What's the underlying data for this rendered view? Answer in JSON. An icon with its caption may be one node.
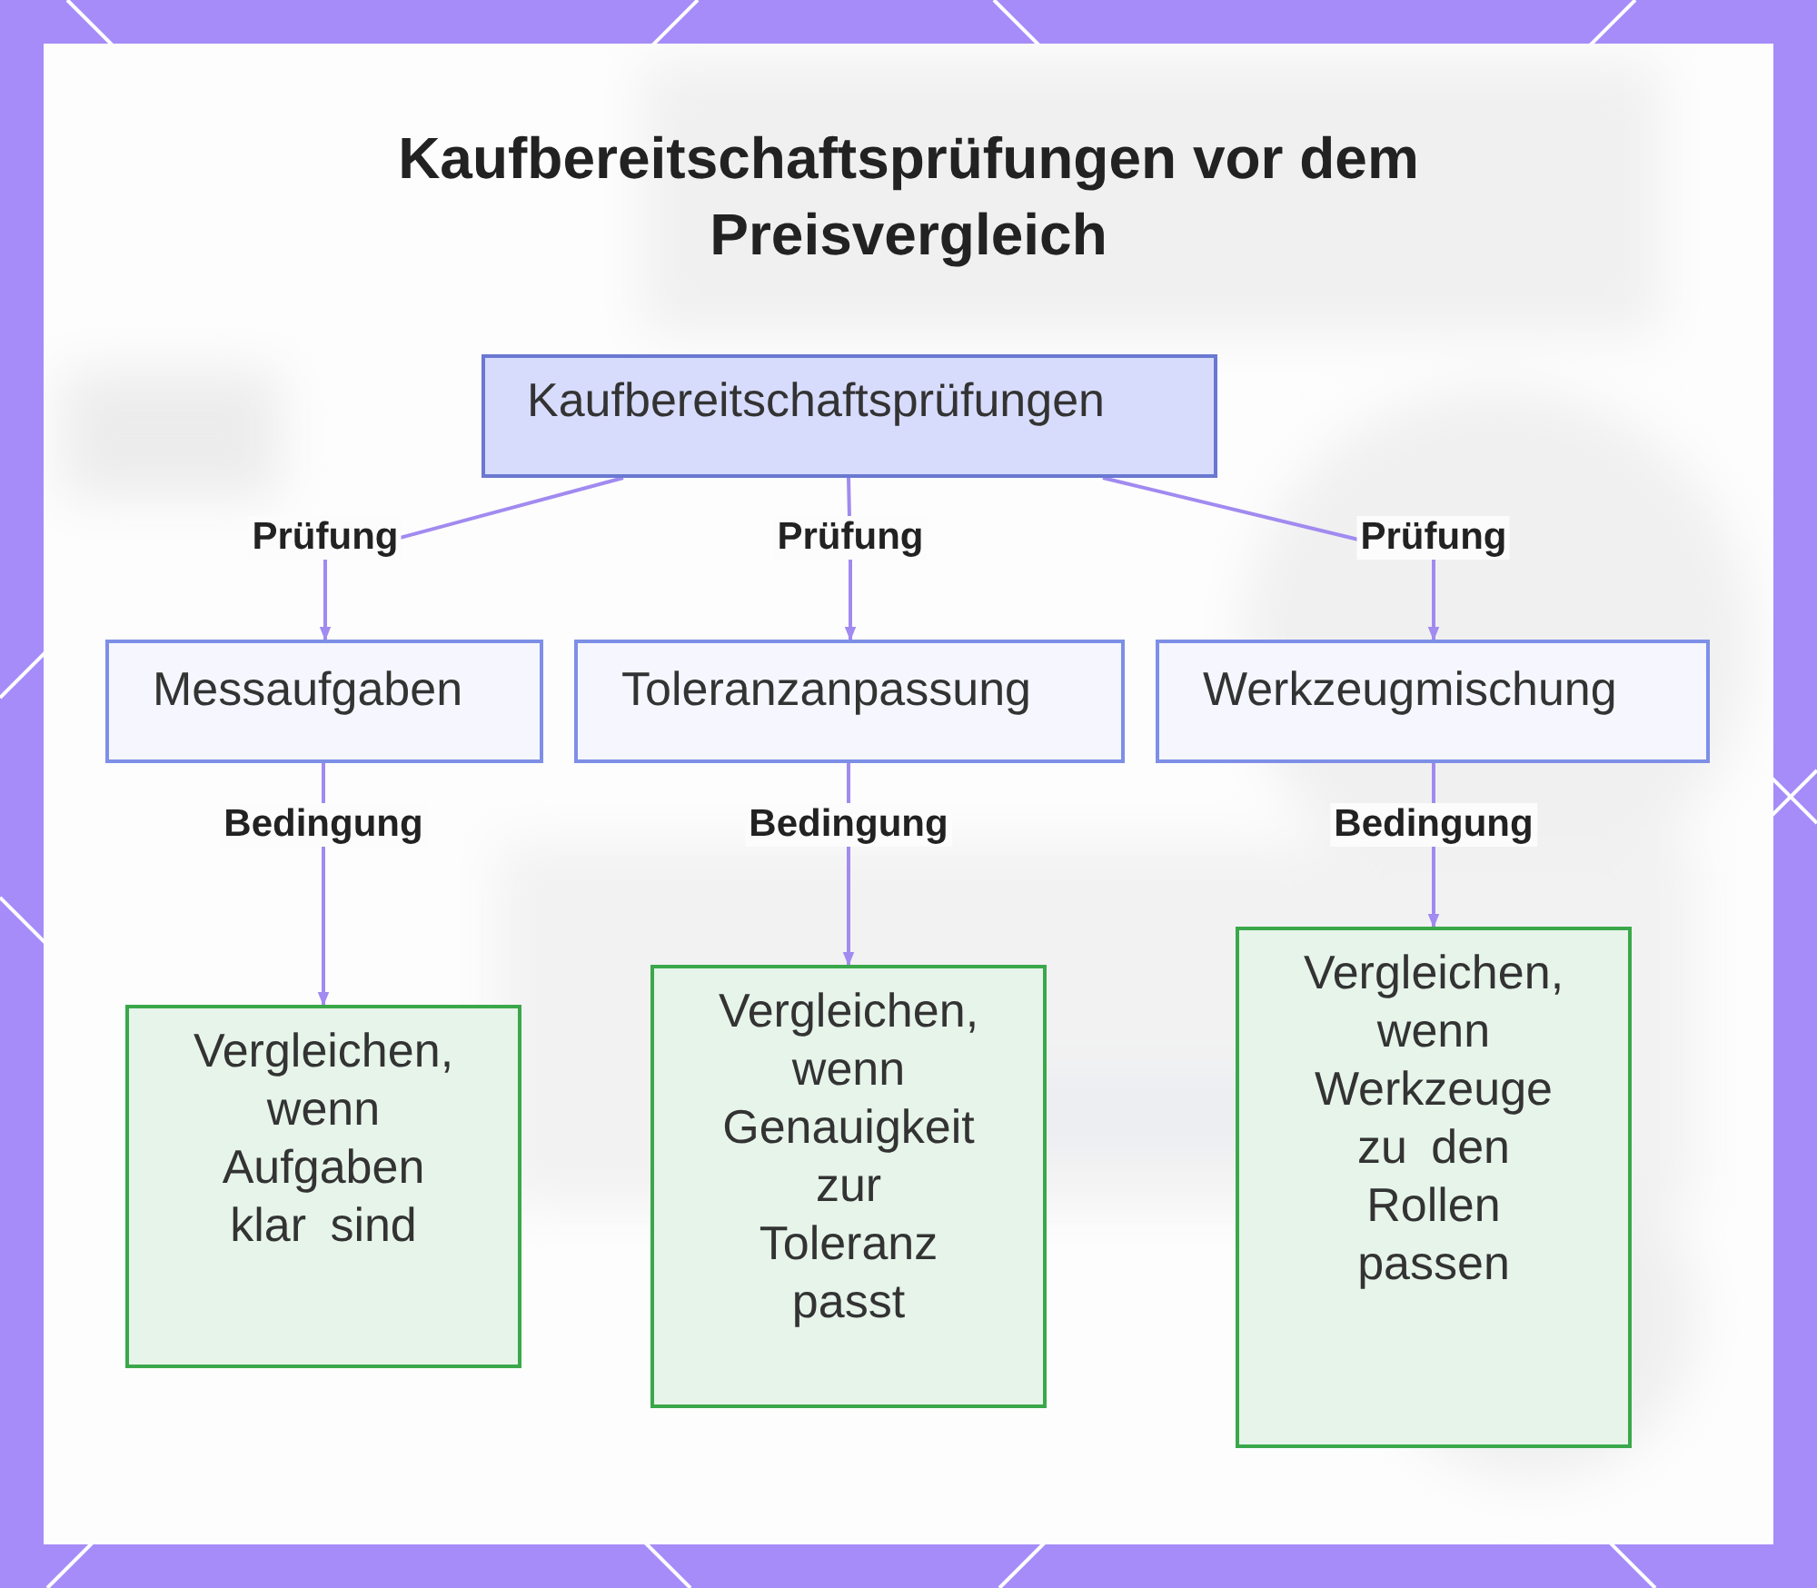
{
  "diagram": {
    "title": "Kaufbereitschaftsprüfungen vor dem Preisvergleich",
    "nodes": [
      {
        "text": [
          "Kaufbereitschaftsprüfungen"
        ]
      },
      {
        "text": [
          "Messaufgaben"
        ]
      },
      {
        "text": [
          "Toleranzanpassung"
        ]
      },
      {
        "text": [
          "Werkzeugmischung"
        ]
      },
      {
        "text": [
          "Vergleichen, wenn Aufgaben klar sind"
        ]
      },
      {
        "text": [
          "Vergleichen, wenn Genauigkeit zur Toleranz passt"
        ]
      },
      {
        "text": [
          "Vergleichen, wenn Werkzeuge zu den Rollen passen"
        ]
      }
    ],
    "edges": [
      {
        "from": 0,
        "to": 1,
        "arrow": "to",
        "label": "Prüfung"
      },
      {
        "from": 0,
        "to": 2,
        "arrow": "to",
        "label": "Prüfung"
      },
      {
        "from": 0,
        "to": 3,
        "arrow": "to",
        "label": "Prüfung"
      },
      {
        "from": 1,
        "to": 4,
        "arrow": "to",
        "label": "Bedingung"
      },
      {
        "from": 2,
        "to": 5,
        "arrow": "to",
        "label": "Bedingung"
      },
      {
        "from": 3,
        "to": 6,
        "arrow": "to",
        "label": "Bedingung"
      }
    ]
  }
}
